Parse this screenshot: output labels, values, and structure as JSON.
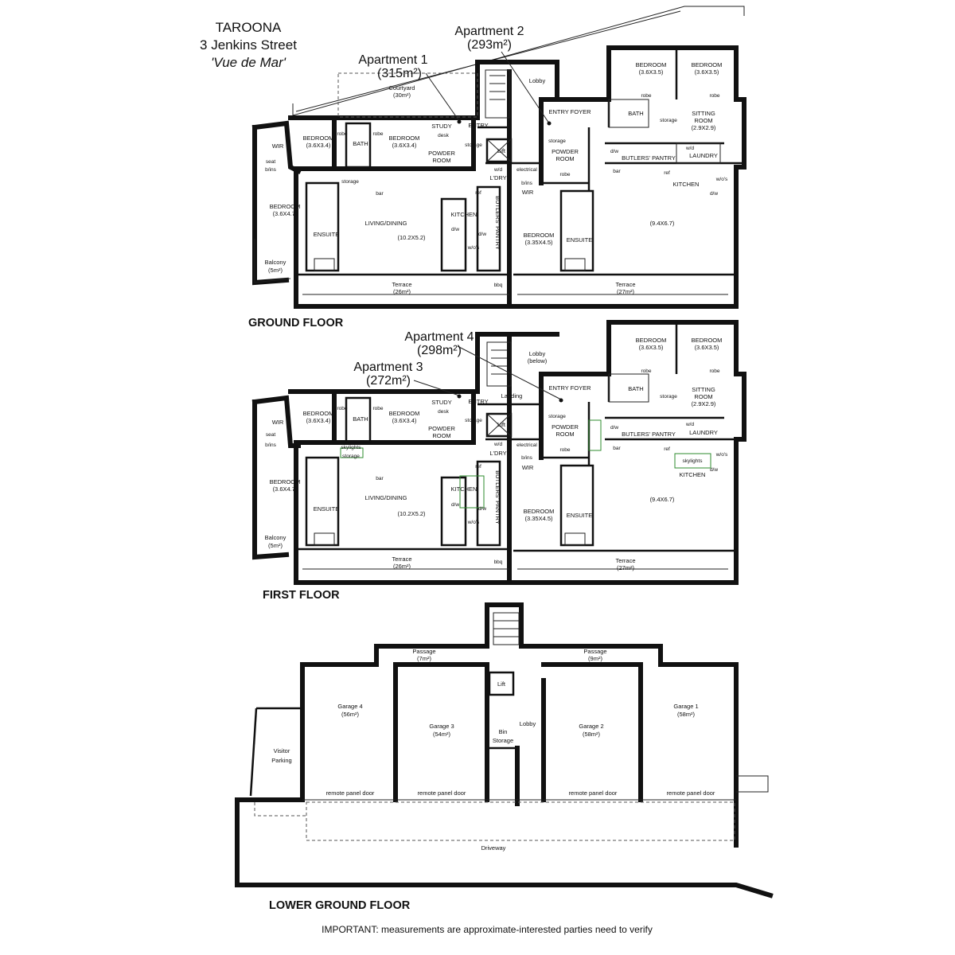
{
  "title": {
    "line1": "TAROONA",
    "line2": "3 Jenkins Street",
    "line3": "'Vue de Mar'"
  },
  "apartments": [
    {
      "name": "Apartment 1",
      "area": "(315m²)"
    },
    {
      "name": "Apartment 2",
      "area": "(293m²)"
    },
    {
      "name": "Apartment 3",
      "area": "(272m²)"
    },
    {
      "name": "Apartment 4",
      "area": "(298m²)"
    }
  ],
  "floors": {
    "ground": "GROUND FLOOR",
    "first": "FIRST FLOOR",
    "lower": "LOWER GROUND FLOOR"
  },
  "rooms": {
    "wir": "WIR",
    "seat": "seat",
    "bins": "b/ins",
    "balcony": "Balcony",
    "balcony_area": "(5m²)",
    "bedroom": "BEDROOM",
    "bed_36x47": "(3.6X4.7)",
    "bed_36x34": "(3.6X3.4)",
    "bed_36x35": "(3.6X3.5)",
    "bed_335x45": "(3.35X4.5)",
    "robe": "robe",
    "bath": "BATH",
    "study": "STUDY",
    "desk": "desk",
    "powder": "POWDER",
    "room": "ROOM",
    "entry": "ENTRY",
    "storage": "storage",
    "lift": "Lift",
    "wd": "w/d",
    "ldry": "L'DRY",
    "electrical": "electrical",
    "ensuite": "ENSUITE",
    "living": "LIVING/DINING",
    "living_dim": "(10.2X5.2)",
    "kitchen": "KITCHEN",
    "dw": "d/w",
    "ref": "ref",
    "woc": "w/o's",
    "butlers_pantry": "BUTLERS' PANTRY",
    "butlers": "BUTLERS' PANTRY",
    "terrace": "Terrace",
    "terrace_26": "(26m²)",
    "terrace_27": "(27m²)",
    "bbq": "bbq",
    "bar": "bar",
    "courtyard": "Courtyard",
    "courtyard_area": "(30m²)",
    "lobby": "Lobby",
    "lobby_below": "(below)",
    "entry_foyer": "ENTRY FOYER",
    "sitting": "SITTING",
    "sitting_room": "ROOM",
    "sitting_dim": "(2.9X2.9)",
    "laundry": "LAUNDRY",
    "kitchen_dim": "(9.4X6.7)",
    "skylights": "skylights",
    "landing": "Landing"
  },
  "lower": {
    "passage": "Passage",
    "passage_7": "(7m²)",
    "passage_9": "(9m²)",
    "garage4": "Garage 4",
    "garage4_area": "(56m²)",
    "garage3": "Garage 3",
    "garage3_area": "(54m²)",
    "garage2": "Garage 2",
    "garage2_area": "(58m²)",
    "garage1": "Garage 1",
    "garage1_area": "(58m²)",
    "lift": "Lift",
    "lobby": "Lobby",
    "bin": "Bin",
    "bin_storage": "Storage",
    "visitor": "Visitor",
    "parking": "Parking",
    "remote_door": "remote panel door",
    "driveway": "Driveway"
  },
  "note": "IMPORTANT: measurements are approximate-interested parties need to verify"
}
